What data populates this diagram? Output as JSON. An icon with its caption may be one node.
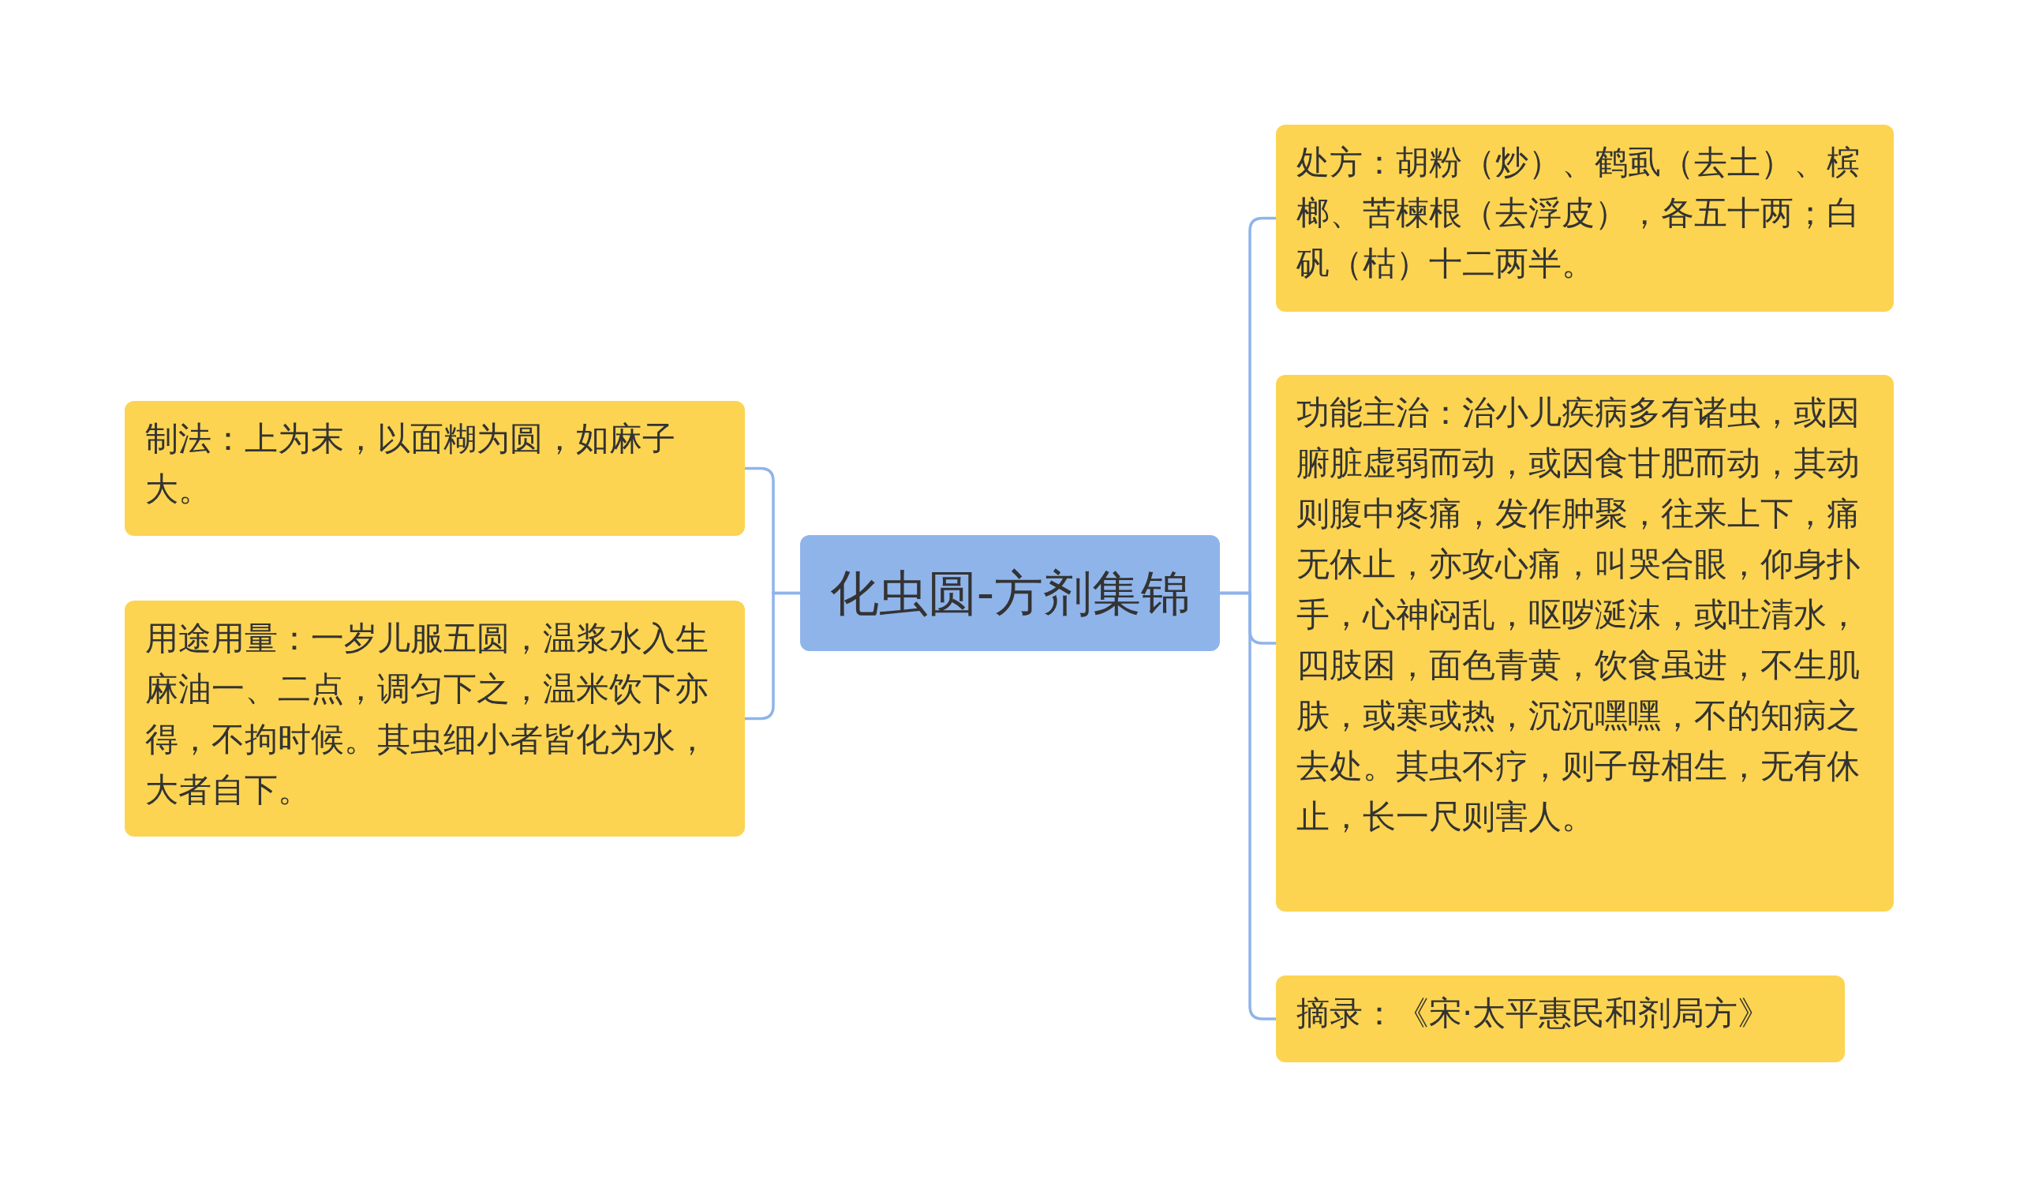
{
  "diagram": {
    "nodes": [
      {
        "text": [
          "化虫圆-方剂集锦"
        ]
      },
      {
        "text": [
          "制法：上为末，以面糊为圆，如麻子大。"
        ]
      },
      {
        "text": [
          "用途用量：一岁儿服五圆，温浆水入生麻油一、二点，调匀下之，温米饮下亦得，不拘时候。其虫细小者皆化为水，大者自下。"
        ]
      },
      {
        "text": [
          "处方：胡粉（炒）、鹤虱（去土）、槟榔、苦楝根（去浮皮），各五十两；白矾（枯）十二两半。"
        ]
      },
      {
        "text": [
          "功能主治：治小儿疾病多有诸虫，或因腑脏虚弱而动，或因食甘肥而动，其动则腹中疼痛，发作肿聚，往来上下，痛无休止，亦攻心痛，叫哭合眼，仰身扑手，心神闷乱，呕哕涎沫，或吐清水，四肢困，面色青黄，饮食虽进，不生肌肤，或寒或热，沉沉嘿嘿，不的知病之去处。其虫不疗，则子母相生，无有休止，长一尺则害人。"
        ]
      },
      {
        "text": [
          "摘录：《宋·太平惠民和剂局方》"
        ]
      }
    ],
    "edges": [
      {
        "from": 0,
        "to": 1,
        "arrow": "none"
      },
      {
        "from": 0,
        "to": 2,
        "arrow": "none"
      },
      {
        "from": 0,
        "to": 3,
        "arrow": "none"
      },
      {
        "from": 0,
        "to": 4,
        "arrow": "none"
      },
      {
        "from": 0,
        "to": 5,
        "arrow": "none"
      }
    ]
  }
}
